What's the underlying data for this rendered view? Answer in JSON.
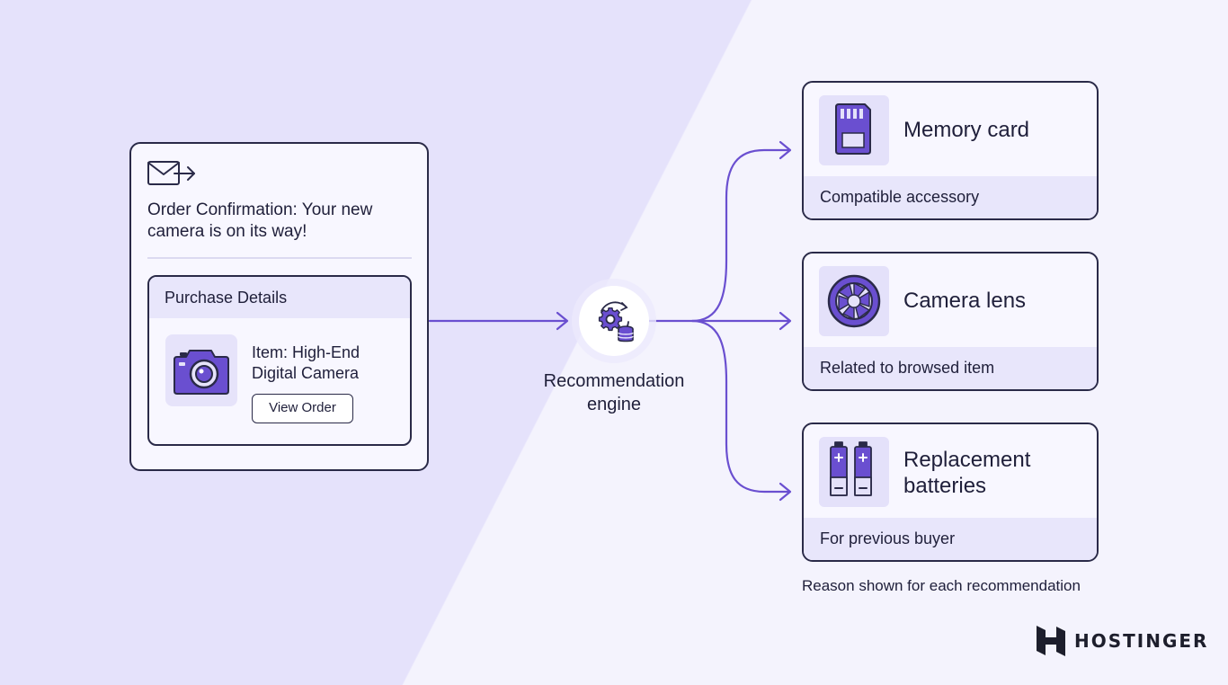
{
  "email": {
    "subject": "Order Confirmation: Your new camera is on its way!",
    "purchase_header": "Purchase Details",
    "item_text": "Item: High-End Digital Camera",
    "view_order_label": "View Order",
    "icon": "envelope-send-icon",
    "product_icon": "camera-icon"
  },
  "engine": {
    "label": "Recommendation engine",
    "icon": "gear-database-icon"
  },
  "recommendations": [
    {
      "title": "Memory card",
      "reason": "Compatible accessory",
      "icon": "memory-card-icon"
    },
    {
      "title": "Camera lens",
      "reason": "Related to browsed item",
      "icon": "camera-lens-icon"
    },
    {
      "title": "Replacement batteries",
      "reason": "For previous buyer",
      "icon": "batteries-icon"
    }
  ],
  "footnote": "Reason shown for each recommendation",
  "brand": {
    "name": "HOSTINGER",
    "icon": "hostinger-logo-icon"
  },
  "colors": {
    "accent": "#6a4fd0",
    "icon_fill": "#6a4fd0",
    "outline": "#2a2a48",
    "tile_bg": "#e4e1fa",
    "band_bg": "#e8e6fb",
    "background_left": "#e5e2fb",
    "background_right": "#f4f3fd"
  }
}
